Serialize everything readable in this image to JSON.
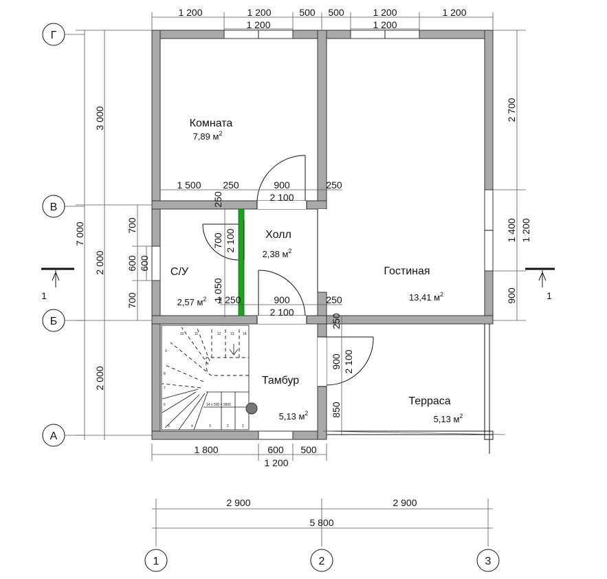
{
  "rooms": [
    {
      "name": "Комната",
      "area": "7,89 м",
      "sup": "2"
    },
    {
      "name": "Холл",
      "area": "2,38 м",
      "sup": "2"
    },
    {
      "name": "С/У",
      "area": "2,57 м",
      "sup": "2"
    },
    {
      "name": "Гостиная",
      "area": "13,41 м",
      "sup": "2"
    },
    {
      "name": "Тамбур",
      "area": "5,13 м",
      "sup": "2"
    },
    {
      "name": "Терраса",
      "area": "5,13 м",
      "sup": "2"
    }
  ],
  "axes": {
    "rows": [
      "Г",
      "В",
      "Б",
      "А"
    ],
    "cols": [
      "1",
      "2",
      "3"
    ]
  },
  "section_mark": "1",
  "stair_label": "14 x 200 = 2800",
  "stair_steps": [
    "1",
    "2",
    "3",
    "4",
    "5",
    "6",
    "7",
    "8",
    "9",
    "10",
    "11",
    "12",
    "13",
    "14"
  ],
  "dimensions": {
    "top_row": [
      "1 200",
      "1 200",
      "500",
      "500",
      "1 200",
      "1 200"
    ],
    "top_row2": [
      "1 200",
      "1 200"
    ],
    "left_outer": "7 000",
    "left_mid": [
      "3 000",
      "2 000",
      "2 000"
    ],
    "left_inner": [
      "700",
      "600",
      "700"
    ],
    "left_inner2": "600",
    "right_outer": [
      "2 700",
      "1 400",
      "900"
    ],
    "right_inner": "1 200",
    "wall_v": [
      "1 500",
      "250",
      "900",
      "250"
    ],
    "wall_v2": "2 100",
    "wall_b": [
      "1 250",
      "900",
      "250"
    ],
    "wall_b2": "2 100",
    "hall_door": [
      "700",
      "2 100",
      "1 050"
    ],
    "hall_250": "250",
    "tambur_right": [
      "250",
      "900",
      "2 100",
      "850"
    ],
    "bottom_row": [
      "1 800",
      "600",
      "500"
    ],
    "bottom_row2": "1 200",
    "axis_dims": [
      "2 900",
      "2 900"
    ],
    "axis_total": "5 800"
  },
  "colors": {
    "wall": "#a9a9a9",
    "partition": "#1fa01f"
  }
}
